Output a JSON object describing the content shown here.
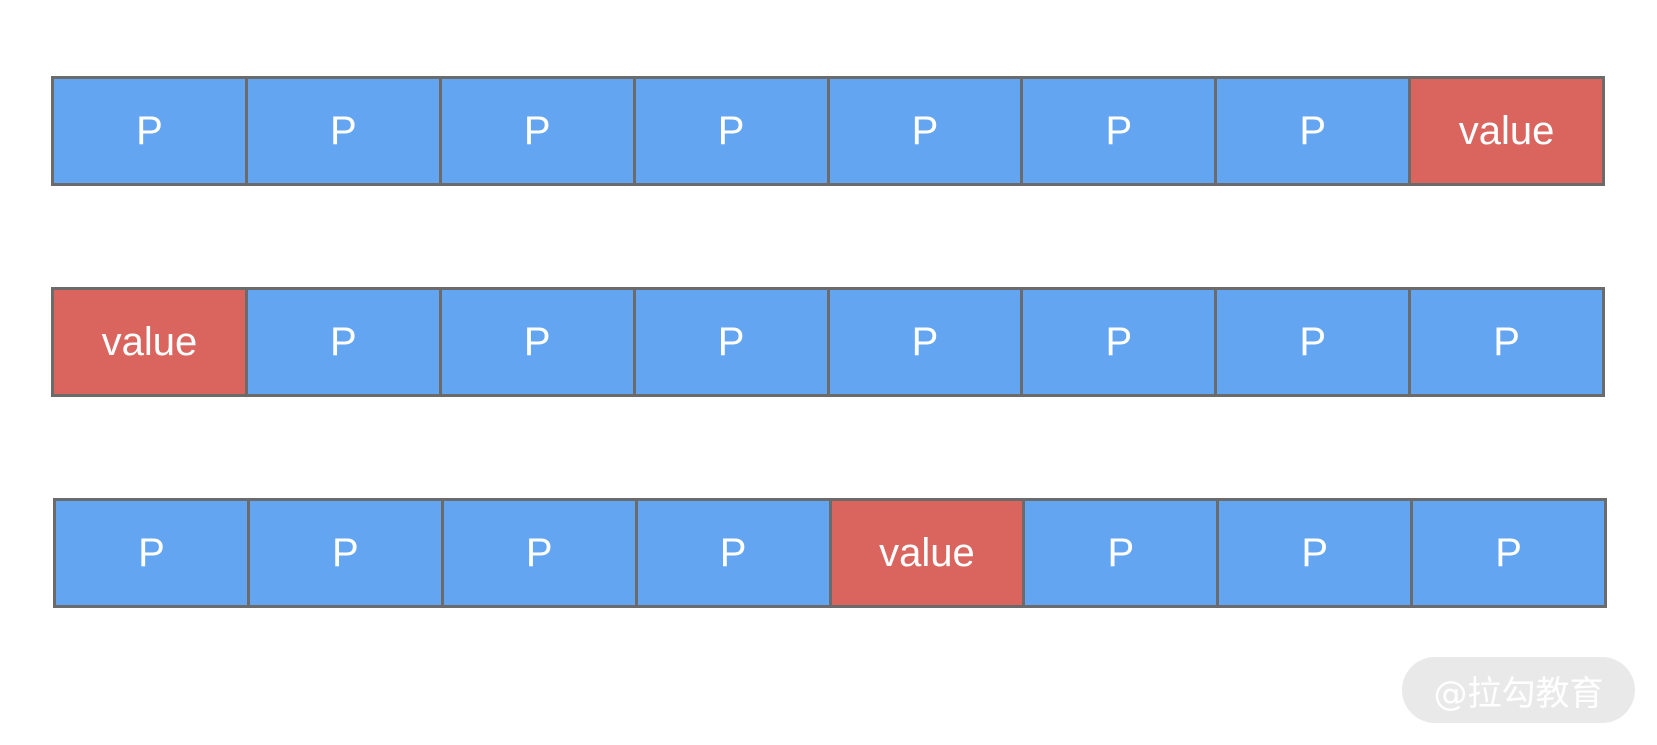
{
  "diagram": {
    "colors": {
      "p_cell": "#64a5f2",
      "value_cell": "#da655e",
      "border": "#6b6b6b",
      "text": "#ffffff"
    },
    "rows": [
      {
        "cells": [
          "P",
          "P",
          "P",
          "P",
          "P",
          "P",
          "P",
          "value"
        ]
      },
      {
        "cells": [
          "value",
          "P",
          "P",
          "P",
          "P",
          "P",
          "P",
          "P"
        ]
      },
      {
        "cells": [
          "P",
          "P",
          "P",
          "P",
          "value",
          "P",
          "P",
          "P"
        ]
      }
    ]
  },
  "watermark": {
    "text": "@拉勾教育"
  }
}
